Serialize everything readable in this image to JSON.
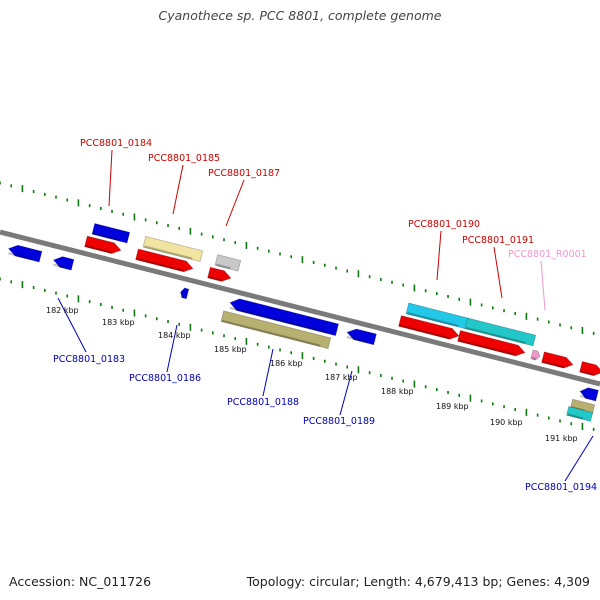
{
  "title": "Cyanothece sp. PCC 8801, complete genome",
  "footer": {
    "accession": "Accession: NC_011726",
    "summary": "Topology: circular; Length: 4,679,413 bp; Genes: 4,309"
  },
  "colors": {
    "backbone": "#7a7a7a",
    "tick": "#0f7a0f",
    "label_above": "#cc0000",
    "label_below": "#0000bb",
    "label_rna": "#ee99cc",
    "gene": "#0000dd",
    "cds": "#ee0000",
    "gene_cyan": "#22c8e8",
    "gene_teal": "#22c8c8",
    "gene_khaki": "#b8b070",
    "gene_pale": "#f0e4a0",
    "gene_gray": "#c8c8c8",
    "gene_rna": "#ee99cc"
  },
  "kbp_labels": [
    "182 kbp",
    "183 kbp",
    "184 kbp",
    "185 kbp",
    "186 kbp",
    "187 kbp",
    "188 kbp",
    "189 kbp",
    "190 kbp",
    "191 kbp"
  ],
  "gene_labels_above": [
    "PCC8801_0184",
    "PCC8801_0185",
    "PCC8801_0187",
    "PCC8801_0190",
    "PCC8801_0191",
    "PCC8801_R0001"
  ],
  "gene_labels_below": [
    "PCC8801_0183",
    "PCC8801_0186",
    "PCC8801_0188",
    "PCC8801_0189",
    "PCC8801_0194"
  ]
}
